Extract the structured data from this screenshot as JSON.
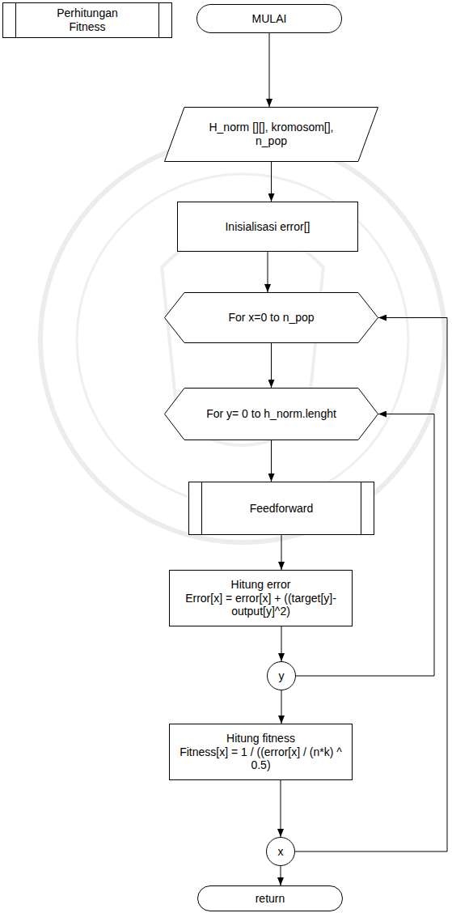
{
  "diagram": {
    "nodes": [
      {
        "text": [
          "Perhitungan Fitness"
        ]
      },
      {
        "text": [
          "MULAI"
        ]
      },
      {
        "text": [
          "H_norm [][], kromosom[], n_pop"
        ]
      },
      {
        "text": [
          "Inisialisasi error[]"
        ]
      },
      {
        "text": [
          "For x=0 to n_pop"
        ]
      },
      {
        "text": [
          "For y= 0 to h_norm.lenght"
        ]
      },
      {
        "text": [
          "Feedforward"
        ]
      },
      {
        "text": [
          "Hitung error",
          "Error[x] = error[x] + ((target[y]- output[y]^2)"
        ]
      },
      {
        "text": [
          "y"
        ]
      },
      {
        "text": [
          "Hitung fitness",
          "Fitness[x] = 1 / ((error[x] / (n*k) ^ 0.5)"
        ]
      },
      {
        "text": [
          "x"
        ]
      },
      {
        "text": [
          "return"
        ]
      }
    ],
    "edges": [
      {
        "from": 1,
        "to": 2,
        "arrow": "to"
      },
      {
        "from": 2,
        "to": 3,
        "arrow": "to"
      },
      {
        "from": 3,
        "to": 4,
        "arrow": "to"
      },
      {
        "from": 4,
        "to": 5,
        "arrow": "to"
      },
      {
        "from": 5,
        "to": 6,
        "arrow": "to"
      },
      {
        "from": 6,
        "to": 7,
        "arrow": "to"
      },
      {
        "from": 7,
        "to": 8,
        "arrow": "to"
      },
      {
        "from": 8,
        "to": 5,
        "arrow": "to"
      },
      {
        "from": 8,
        "to": 9,
        "arrow": "to"
      },
      {
        "from": 9,
        "to": 10,
        "arrow": "to"
      },
      {
        "from": 10,
        "to": 4,
        "arrow": "to"
      },
      {
        "from": 10,
        "to": 11,
        "arrow": "to"
      }
    ]
  }
}
